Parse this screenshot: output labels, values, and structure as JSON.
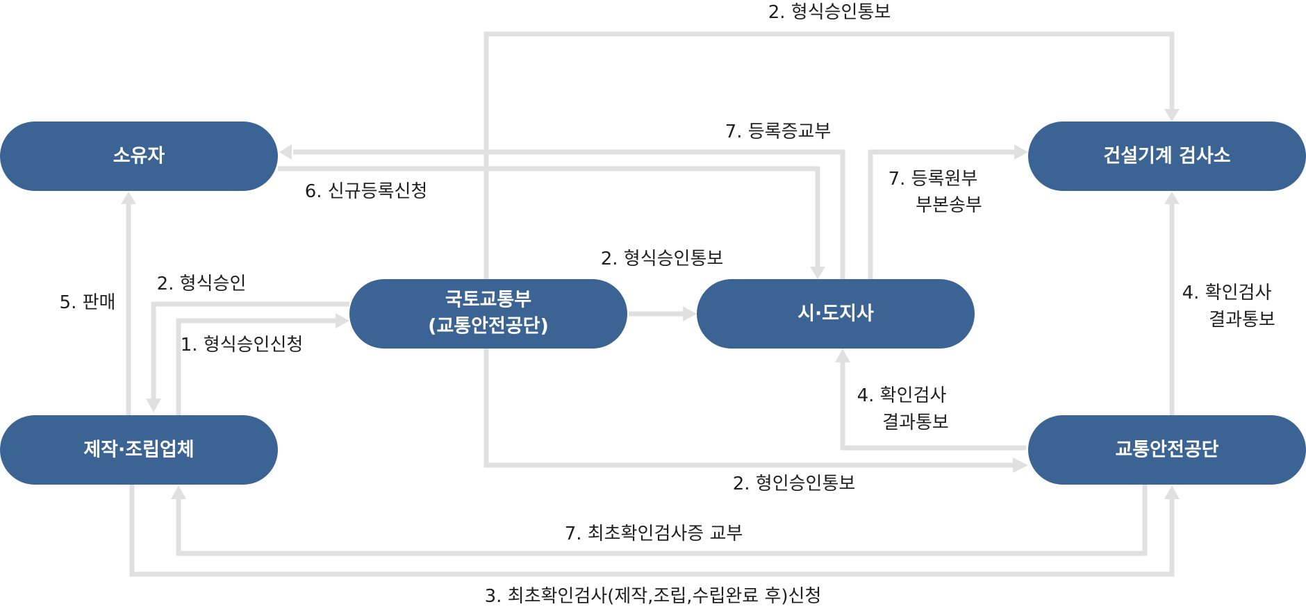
{
  "colors": {
    "node_fill": "#3b6393",
    "node_text": "#ffffff",
    "arrow": "#e0e0e0",
    "label": "#1f1f1f"
  },
  "nodes": {
    "owner": "소유자",
    "manufacturer": "제작·조립업체",
    "ministry_line1": "국토교통부",
    "ministry_line2": "(교통안전공단)",
    "city_governor": "시·도지사",
    "inspection_center": "건설기계 검사소",
    "safety_authority": "교통안전공단"
  },
  "labels": {
    "type_approval_notice_top": "2. 형식승인통보",
    "registration_cert_issue": "7. 등록증교부",
    "new_registration_request": "6. 신규등록신청",
    "registry_copy_line1": "7. 등록원부",
    "registry_copy_line2": "부본송부",
    "type_approval_notice_mid": "2. 형식승인통보",
    "type_approval": "2. 형식승인",
    "sale": "5. 판매",
    "type_approval_request": "1. 형식승인신청",
    "check_result_right_line1": "4. 확인검사",
    "check_result_right_line2": "결과통보",
    "check_result_center_line1": "4. 확인검사",
    "check_result_center_line2": "결과통보",
    "type_approval_notice_bottom": "2. 형인승인통보",
    "first_check_cert_issue": "7. 최초확인검사증 교부",
    "first_check_request": "3. 최초확인검사(제작,조립,수립완료 후)신청"
  }
}
